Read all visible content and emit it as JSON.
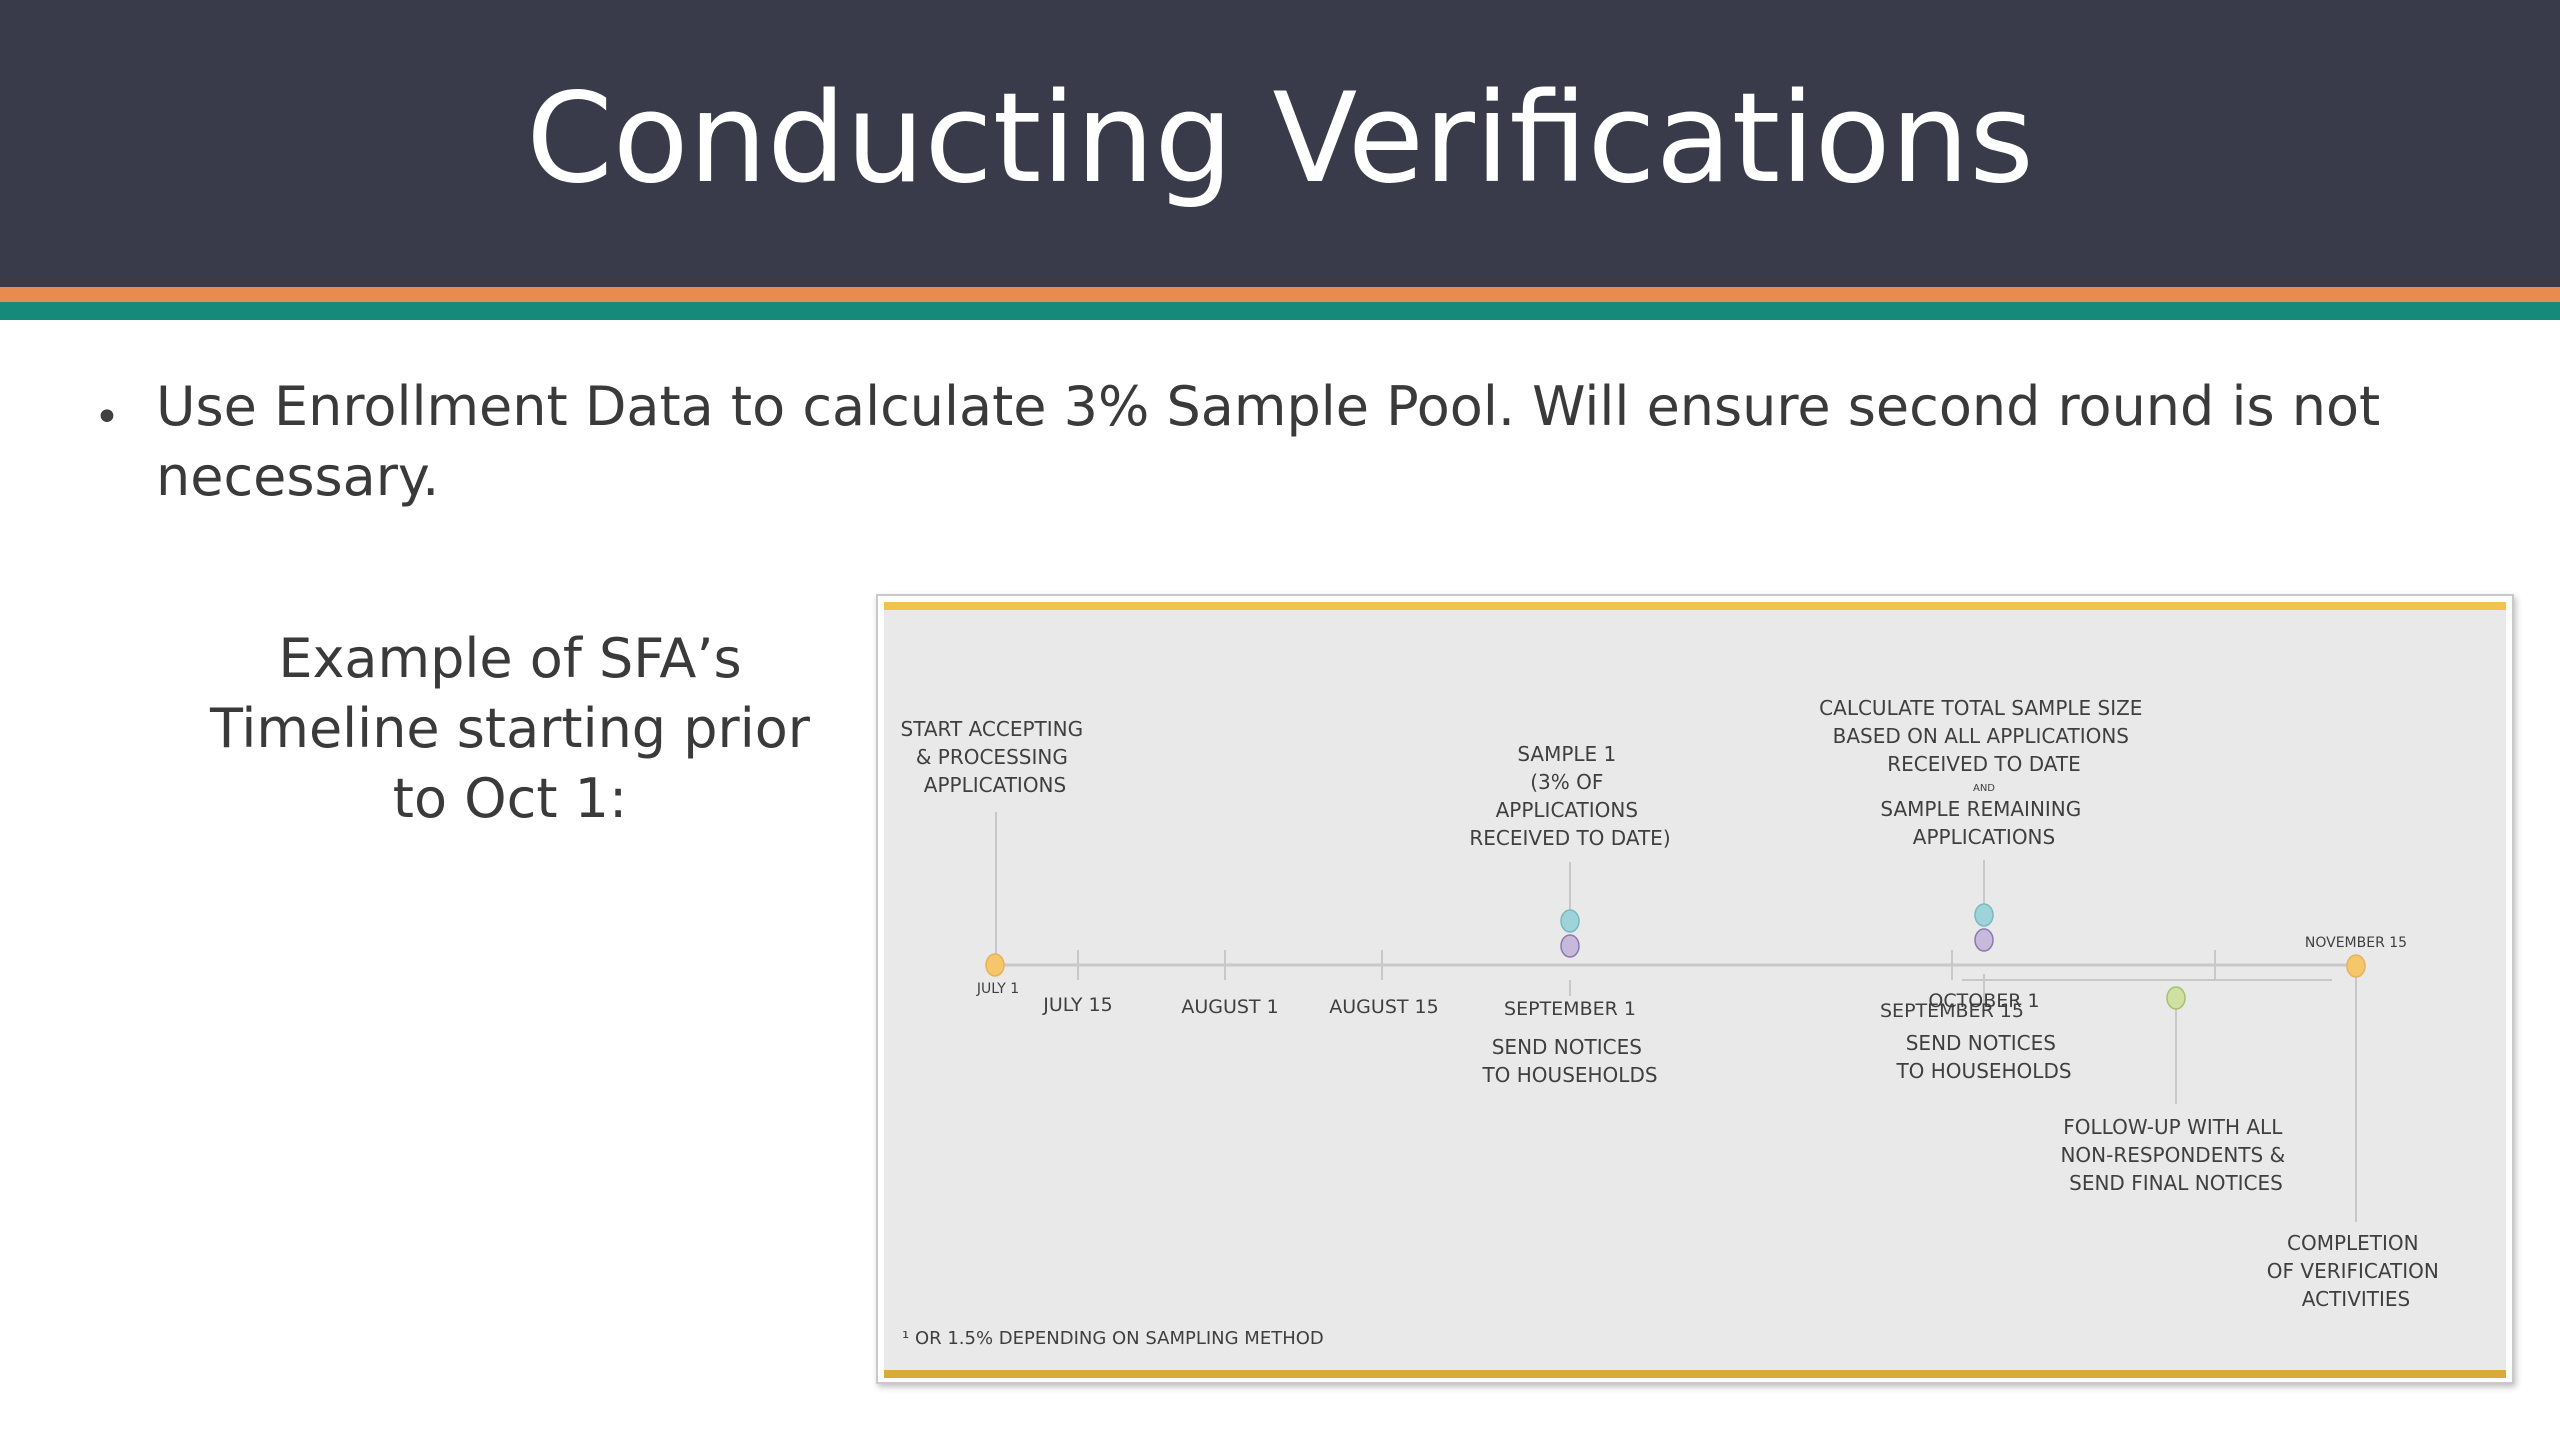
{
  "slide": {
    "title": "Conducting Verifications",
    "bullet": "Use Enrollment Data to calculate 3% Sample Pool.  Will ensure second round is not necessary.",
    "caption_lines": [
      "Example of SFA’s",
      "Timeline starting prior",
      "to Oct 1:"
    ]
  },
  "timeline": {
    "ticks": [
      "JULY 1",
      "JULY 15",
      "AUGUST 1",
      "AUGUST 15",
      "SEPTEMBER 1",
      "SEPTEMBER 15",
      "OCTOBER 1",
      "NOVEMBER 15"
    ],
    "start_label": [
      "START ACCEPTING",
      "& PROCESSING",
      "APPLICATIONS"
    ],
    "sample1_label": [
      "SAMPLE 1",
      "(3% OF",
      "APPLICATIONS",
      "RECEIVED TO DATE)"
    ],
    "calc_label": [
      "CALCULATE TOTAL SAMPLE SIZE",
      "BASED ON ALL APPLICATIONS",
      "RECEIVED TO DATE"
    ],
    "and_word": "AND",
    "sample_remaining_label": [
      "SAMPLE REMAINING",
      "APPLICATIONS"
    ],
    "notice1_label": [
      "SEND NOTICES",
      "TO HOUSEHOLDS"
    ],
    "notice2_label": [
      "SEND NOTICES",
      "TO HOUSEHOLDS"
    ],
    "followup_label": [
      "FOLLOW-UP WITH ALL",
      "NON-RESPONDENTS &",
      "SEND FINAL NOTICES"
    ],
    "completion_label": [
      "COMPLETION",
      "OF VERIFICATION",
      "ACTIVITIES"
    ],
    "footnote": "¹ OR 1.5% DEPENDING ON SAMPLING METHOD",
    "colors": {
      "gold": "#f5c76a",
      "teal": "#9fd3da",
      "purple": "#c7b9dc",
      "green": "#cfe0a3",
      "line": "#c8c8c8"
    }
  }
}
